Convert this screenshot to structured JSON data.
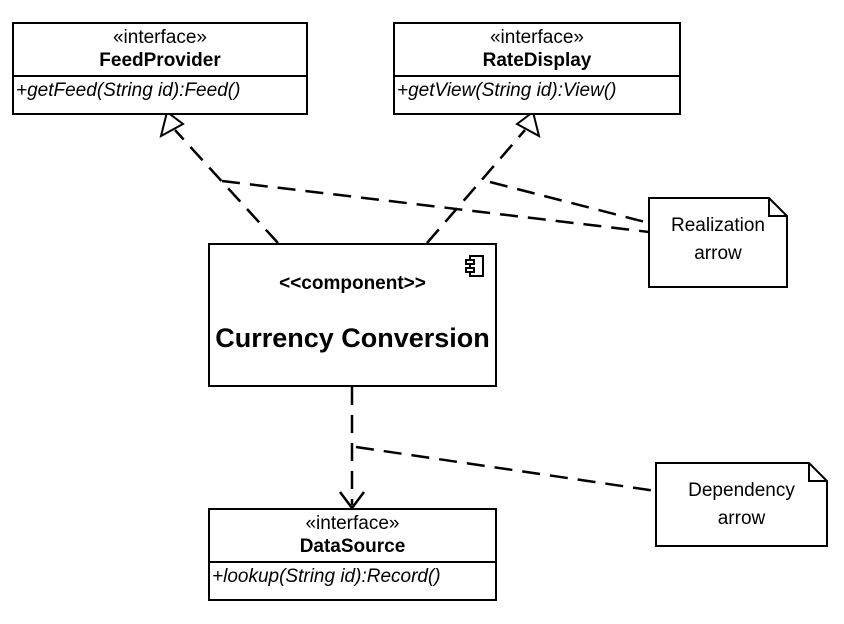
{
  "diagram": {
    "interfaces": [
      {
        "id": "feed",
        "stereotype": "«interface»",
        "name": "FeedProvider",
        "operation": "+getFeed(String id):Feed()"
      },
      {
        "id": "rate",
        "stereotype": "«interface»",
        "name": "RateDisplay",
        "operation": "+getView(String id):View()"
      },
      {
        "id": "data",
        "stereotype": "«interface»",
        "name": "DataSource",
        "operation": "+lookup(String id):Record()"
      }
    ],
    "component": {
      "stereotype": "<<component>>",
      "name": "Currency Conversion",
      "icon": "component-icon"
    },
    "notes": [
      {
        "line1": "Realization",
        "line2": "arrow"
      },
      {
        "line1": "Dependency",
        "line2": "arrow"
      }
    ],
    "relations": [
      {
        "from": "Currency Conversion",
        "to": "FeedProvider",
        "kind": "realization"
      },
      {
        "from": "Currency Conversion",
        "to": "RateDisplay",
        "kind": "realization"
      },
      {
        "from": "Currency Conversion",
        "to": "DataSource",
        "kind": "dependency"
      }
    ]
  }
}
